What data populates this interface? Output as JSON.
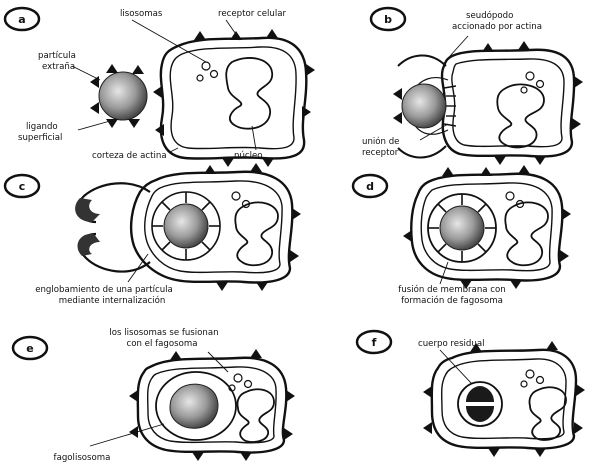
{
  "panels": {
    "a": {
      "letter": "a",
      "labels": {
        "lisosomas": "lisosomas",
        "receptor": "receptor celular",
        "particula_1": "partícula",
        "particula_2": "extraña",
        "ligando_1": "ligando",
        "ligando_2": "superficial",
        "corteza": "corteza de actina",
        "nucleo": "núcleo"
      }
    },
    "b": {
      "letter": "b",
      "labels": {
        "seudopodo_1": "seudópodo",
        "seudopodo_2": "accionado por actina",
        "union_1": "unión de",
        "union_2": "receptor"
      }
    },
    "c": {
      "letter": "c",
      "labels": {
        "englob_1": "englobamiento de una partícula",
        "englob_2": "mediante internalización"
      }
    },
    "d": {
      "letter": "d",
      "labels": {
        "fusion_1": "fusión de membrana con",
        "fusion_2": "formación de fagosoma"
      }
    },
    "e": {
      "letter": "e",
      "labels": {
        "lisos_1": "los lisosomas se fusionan",
        "lisos_2": "con el fagosoma",
        "fagolisosoma": "fagolisosoma"
      }
    },
    "f": {
      "letter": "f",
      "labels": {
        "cuerpo": "cuerpo residual"
      }
    }
  },
  "colors": {
    "ink": "#111111",
    "particle": "#9a9a9a",
    "background": "#ffffff"
  }
}
